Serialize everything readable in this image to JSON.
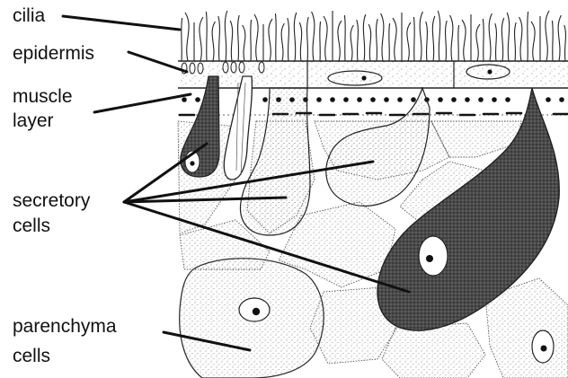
{
  "labels": {
    "cilia": "cilia",
    "epidermis": "epidermis",
    "muscle_layer": [
      "muscle",
      "layer"
    ],
    "secretory_cells": [
      "secretory",
      "cells"
    ],
    "parenchyma_cells": [
      "parenchyma",
      "cells"
    ]
  },
  "colors": {
    "ink": "#111111",
    "dark_cell_fill": "#5a5a5a",
    "stipple": "#6b6b6b",
    "background": "#ffffff"
  }
}
